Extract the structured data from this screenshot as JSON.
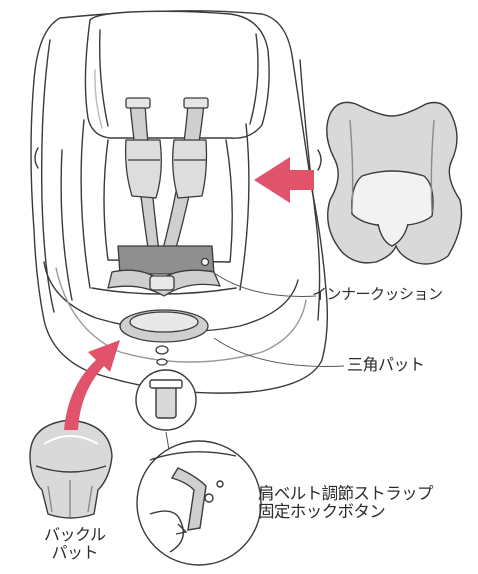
{
  "labels": {
    "inner_cushion": "インナークッション",
    "triangle_pad": "三角パット",
    "strap_button_line1": "肩ベルト調節ストラップ",
    "strap_button_line2": "固定ホックボタン",
    "buckle_pad_line1": "バックル",
    "buckle_pad_line2": "パット"
  },
  "colors": {
    "outline": "#3a3a3a",
    "fill": "#ffffff",
    "shading": "#d9d9d9",
    "belt": "#cfcfcf",
    "accent_arrow": "#e0536a"
  }
}
